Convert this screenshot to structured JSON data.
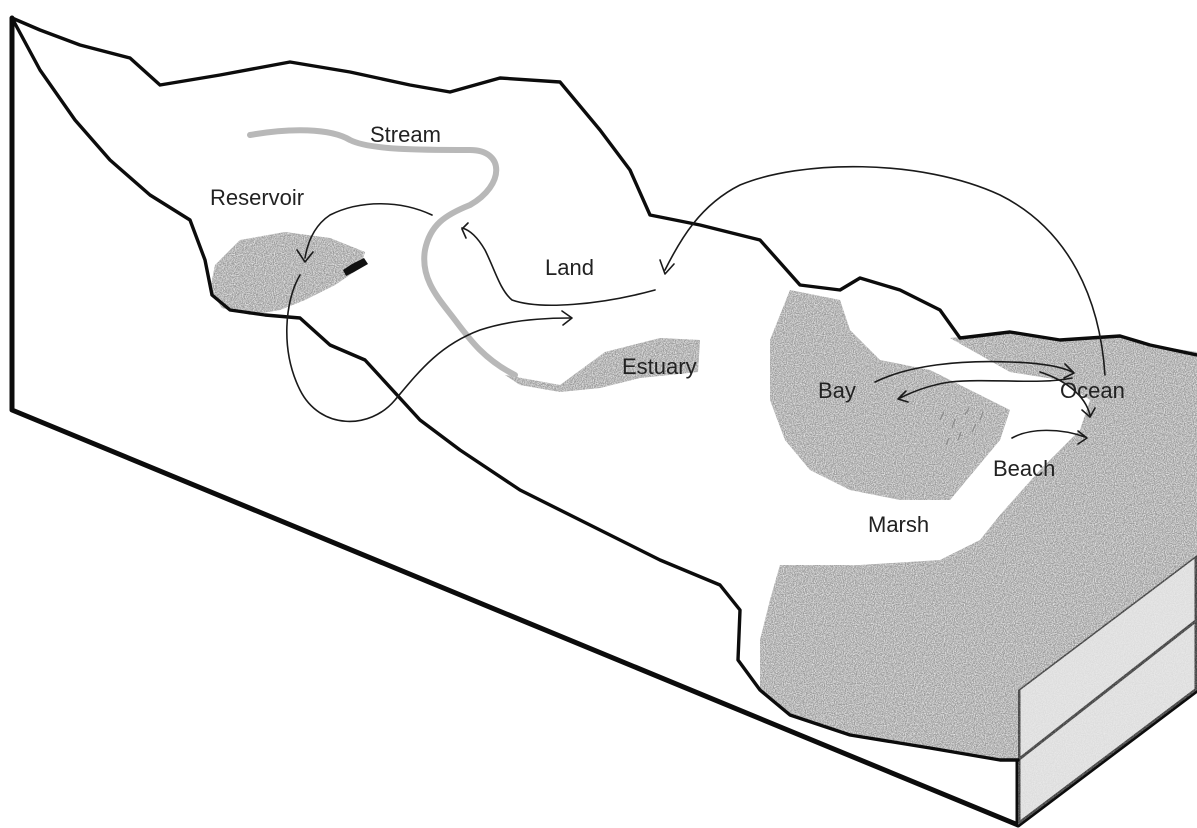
{
  "diagram": {
    "labels": {
      "stream": "Stream",
      "reservoir": "Reservoir",
      "land": "Land",
      "estuary": "Estuary",
      "bay": "Bay",
      "ocean": "Ocean",
      "beach": "Beach",
      "marsh": "Marsh"
    }
  }
}
